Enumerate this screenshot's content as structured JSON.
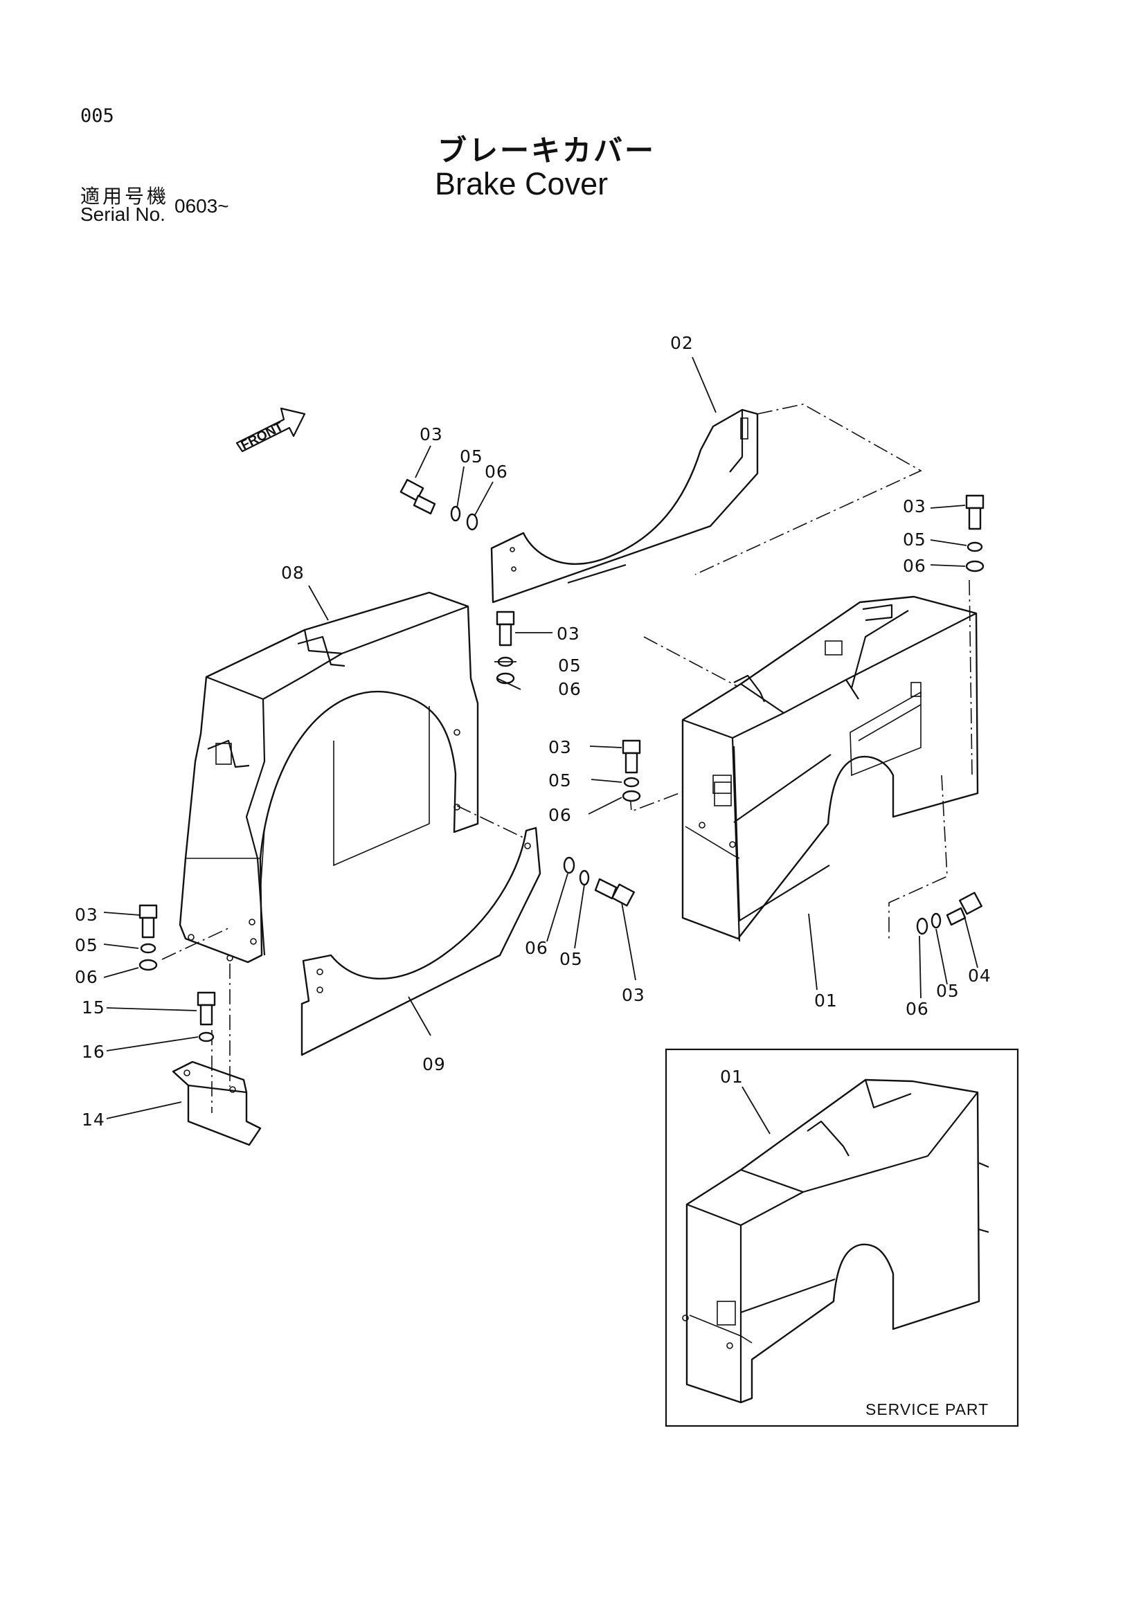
{
  "header": {
    "page_number": "005",
    "title_jp": "ブレーキカバー",
    "title_en": "Brake Cover",
    "serial_label_jp": "適用号機",
    "serial_label_en": "Serial No.",
    "serial_value": "0603~"
  },
  "diagram": {
    "front_indicator": "FRONT",
    "service_part_label": "SERVICE PART",
    "callouts": {
      "c02": "02",
      "c03_a": "03",
      "c05_a": "05",
      "c06_a": "06",
      "c03_b": "03",
      "c05_b": "05",
      "c06_b": "06",
      "c08": "08",
      "c03_c": "03",
      "c05_c": "05",
      "c06_c": "06",
      "c03_d": "03",
      "c05_d": "05",
      "c06_d": "06",
      "c06_e": "06",
      "c05_e": "05",
      "c03_e": "03",
      "c09": "09",
      "c03_f": "03",
      "c05_f": "05",
      "c06_f": "06",
      "c15": "15",
      "c16": "16",
      "c14": "14",
      "c01": "01",
      "c06_g": "06",
      "c05_g": "05",
      "c04": "04",
      "c01_service": "01"
    }
  }
}
